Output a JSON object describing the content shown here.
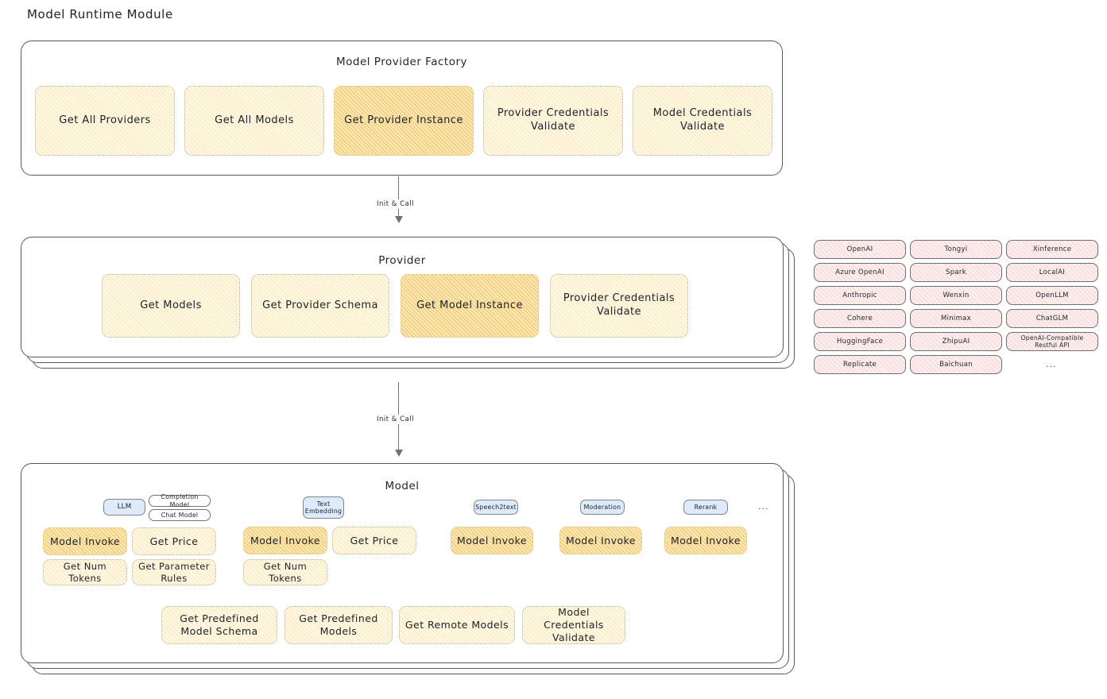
{
  "page": {
    "title": "Model Runtime Module"
  },
  "factory": {
    "title": "Model Provider Factory",
    "nodes": [
      {
        "label": "Get All Providers",
        "highlight": false
      },
      {
        "label": "Get All Models",
        "highlight": false
      },
      {
        "label": "Get Provider Instance",
        "highlight": true
      },
      {
        "label": "Provider Credentials Validate",
        "highlight": false
      },
      {
        "label": "Model Credentials Validate",
        "highlight": false
      }
    ]
  },
  "arrows": [
    {
      "label": "Init & Call"
    },
    {
      "label": "Init & Call"
    }
  ],
  "provider": {
    "title": "Provider",
    "nodes": [
      {
        "label": "Get Models",
        "highlight": false
      },
      {
        "label": "Get Provider Schema",
        "highlight": false
      },
      {
        "label": "Get Model Instance",
        "highlight": true
      },
      {
        "label": "Provider Credentials Validate",
        "highlight": false
      }
    ]
  },
  "provider_list": {
    "columns": [
      [
        "OpenAI",
        "Azure OpenAI",
        "Anthropic",
        "Cohere",
        "HuggingFace",
        "Replicate"
      ],
      [
        "Tongyi",
        "Spark",
        "Wenxin",
        "Minimax",
        "ZhipuAI",
        "Baichuan"
      ],
      [
        "Xinference",
        "LocalAI",
        "OpenLLM",
        "ChatGLM",
        "OpenAI-Compatible Restful API"
      ]
    ],
    "ellipsis": "..."
  },
  "model": {
    "title": "Model",
    "ellipsis": "...",
    "types": [
      {
        "badge": "LLM",
        "sub_badges": [
          "Completion Model",
          "Chat Model"
        ],
        "methods": [
          "Model Invoke",
          "Get Price",
          "Get Num Tokens",
          "Get Parameter Rules"
        ]
      },
      {
        "badge": "Text Embedding",
        "sub_badges": [],
        "methods": [
          "Model Invoke",
          "Get Price",
          "Get Num Tokens"
        ]
      },
      {
        "badge": "Speech2text",
        "sub_badges": [],
        "methods": [
          "Model Invoke"
        ]
      },
      {
        "badge": "Moderation",
        "sub_badges": [],
        "methods": [
          "Model Invoke"
        ]
      },
      {
        "badge": "Rerank",
        "sub_badges": [],
        "methods": [
          "Model Invoke"
        ]
      }
    ],
    "common_methods": [
      "Get Predefined Model Schema",
      "Get Predefined Models",
      "Get Remote Models",
      "Model Credentials Validate"
    ]
  },
  "colors": {
    "node_fill": "#fdf7e3",
    "node_fill_hot": "#fbe6b4",
    "chip_fill": "#fdeeee",
    "badge_fill": "#dceafa",
    "stroke": "#555b63"
  }
}
